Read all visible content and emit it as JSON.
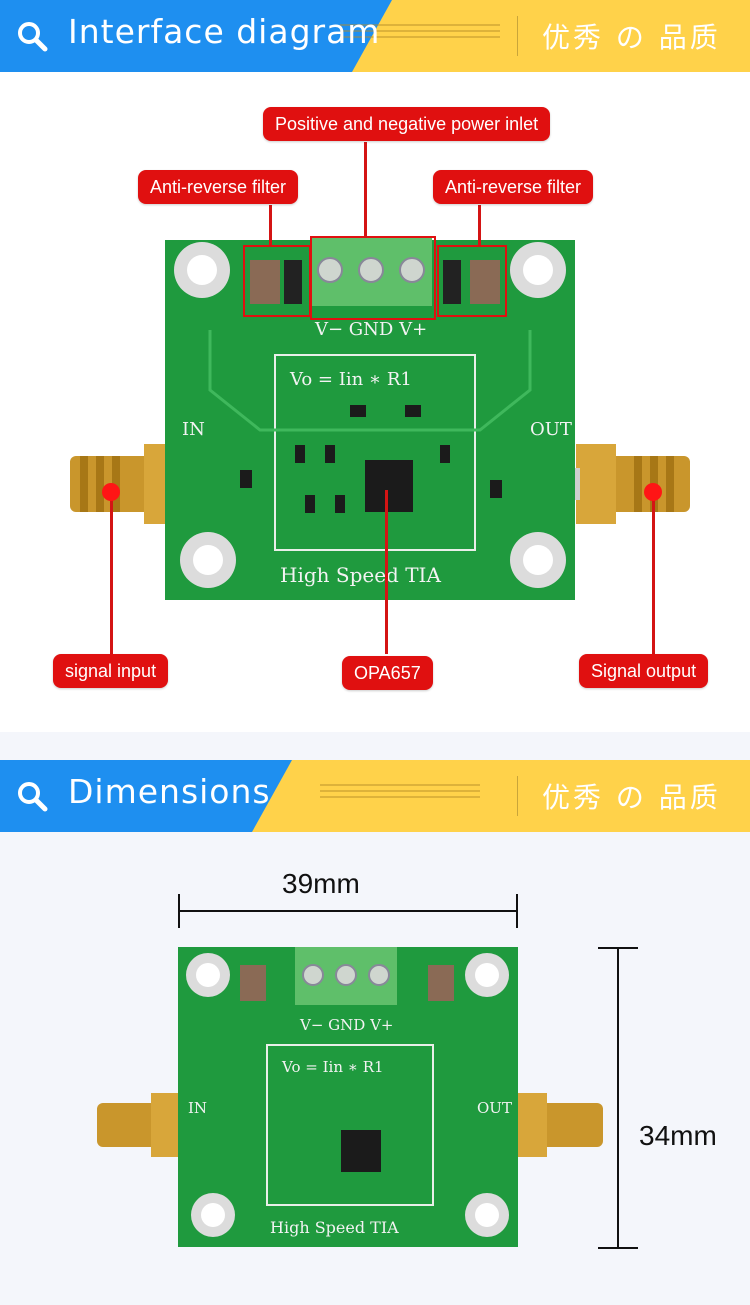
{
  "sections": {
    "interface": {
      "title": "Interface diagram",
      "tagline": "优秀 の 品质"
    },
    "dimensions": {
      "title": "Dimensions",
      "tagline": "优秀 の 品质"
    }
  },
  "callouts": {
    "power_inlet": "Positive and negative power inlet",
    "filter_left": "Anti-reverse filter",
    "filter_right": "Anti-reverse filter",
    "signal_input": "signal input",
    "opamp": "OPA657",
    "signal_output": "Signal output"
  },
  "board": {
    "terminal_label": "V− GND V+",
    "formula": "Vo = Iin ∗ R1",
    "name": "High Speed TIA",
    "in_label": "IN",
    "out_label": "OUT"
  },
  "dimensions": {
    "width": "39mm",
    "height": "34mm"
  },
  "colors": {
    "banner_blue": "#1e8ff0",
    "banner_yellow": "#ffd24a",
    "callout_red": "#e01010",
    "pcb_green": "#1f9a3e"
  }
}
